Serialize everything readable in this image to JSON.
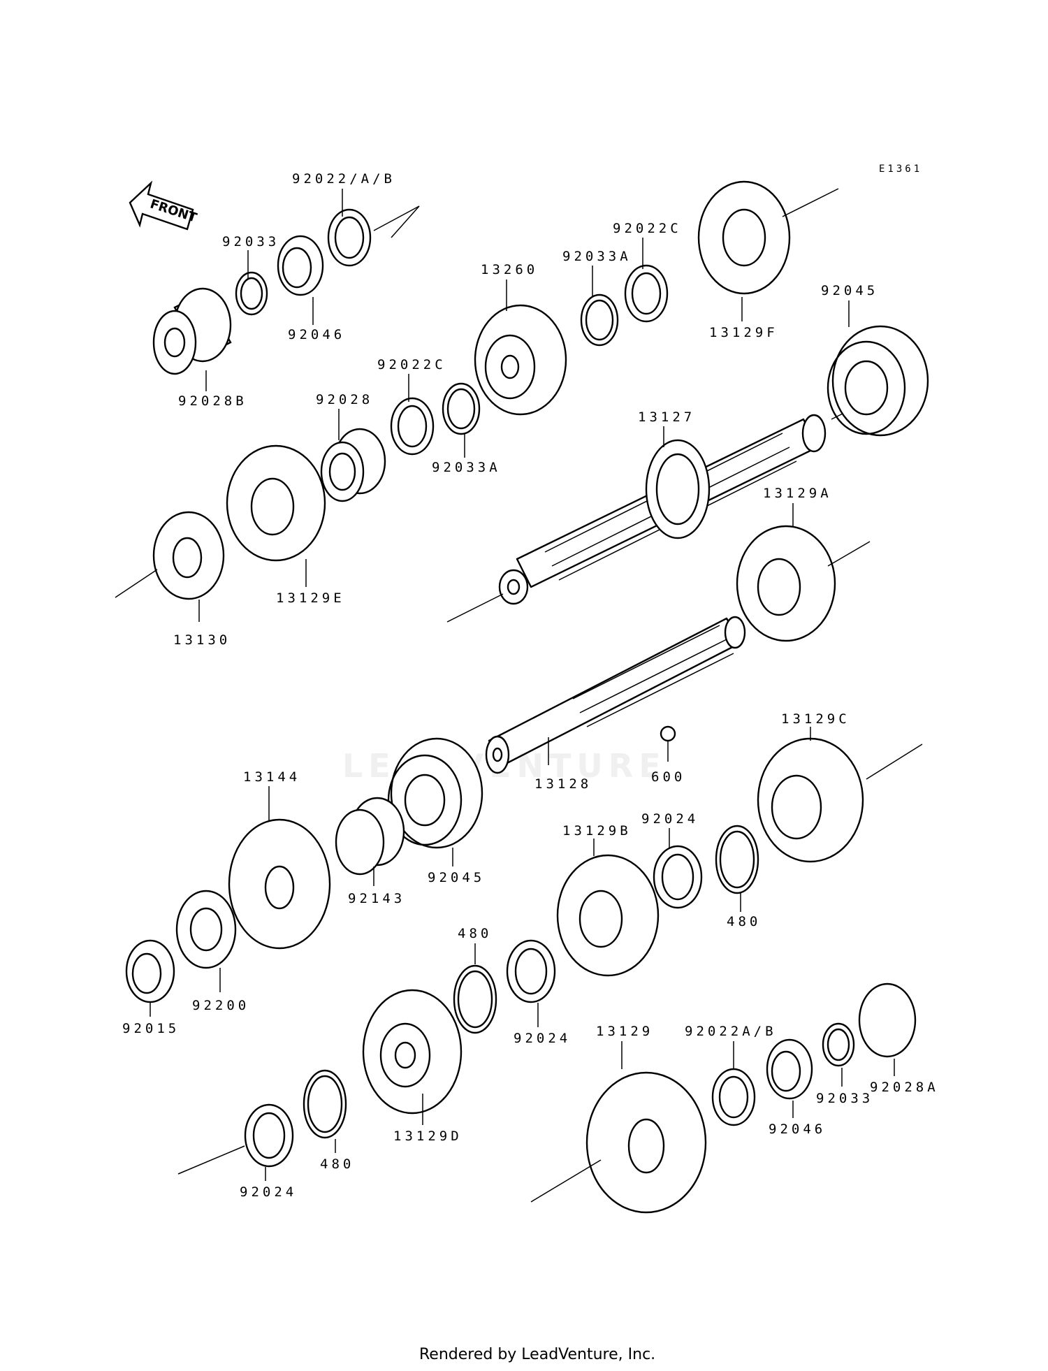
{
  "diagram_code": "E1361",
  "front_label": "FRONT",
  "watermark": "LEADVENTURE",
  "footer": "Rendered by LeadVenture, Inc.",
  "labels": [
    "92022/A/B",
    "92033",
    "92046",
    "92028B",
    "13260",
    "92033A",
    "92022C",
    "13129F",
    "92045",
    "92022C",
    "92028",
    "92033A",
    "13127",
    "13129A",
    "13130",
    "13129E",
    "13128",
    "600",
    "13129C",
    "13144",
    "92143",
    "92045",
    "13129B",
    "92024",
    "480",
    "92015",
    "92200",
    "480",
    "92024",
    "13129D",
    "480",
    "92024",
    "13129",
    "92022A/B",
    "92033",
    "92028A",
    "92046"
  ]
}
